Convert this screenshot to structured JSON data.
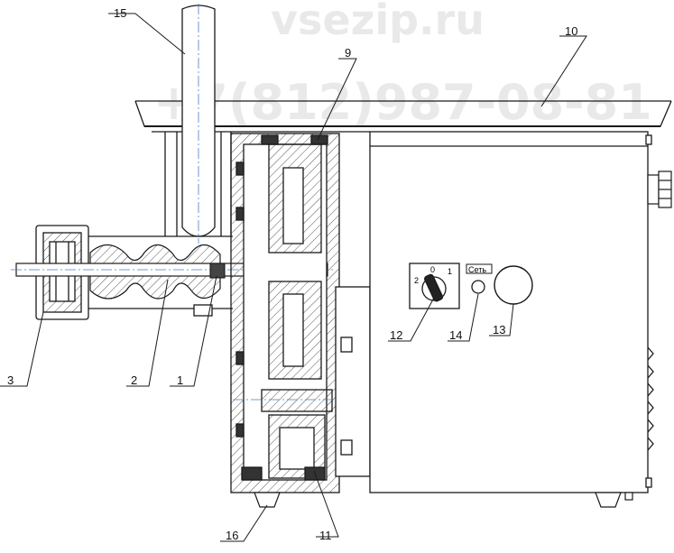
{
  "watermark": {
    "site": "vsezip.ru",
    "phone": "+7(812)987-08-81"
  },
  "switch_labels": {
    "pos_zero": "0",
    "pos_one": "1",
    "pos_two": "2"
  },
  "indicator_label": "Сеть",
  "callouts": {
    "c1": "1",
    "c2": "2",
    "c3": "3",
    "c9": "9",
    "c10": "10",
    "c11": "11",
    "c12": "12",
    "c13": "13",
    "c14": "14",
    "c15": "15",
    "c16": "16"
  },
  "colors": {
    "line": "#1a1a1a",
    "axis": "#4a7fc0",
    "hatch": "#555555",
    "watermark": "#e9e9e9"
  }
}
